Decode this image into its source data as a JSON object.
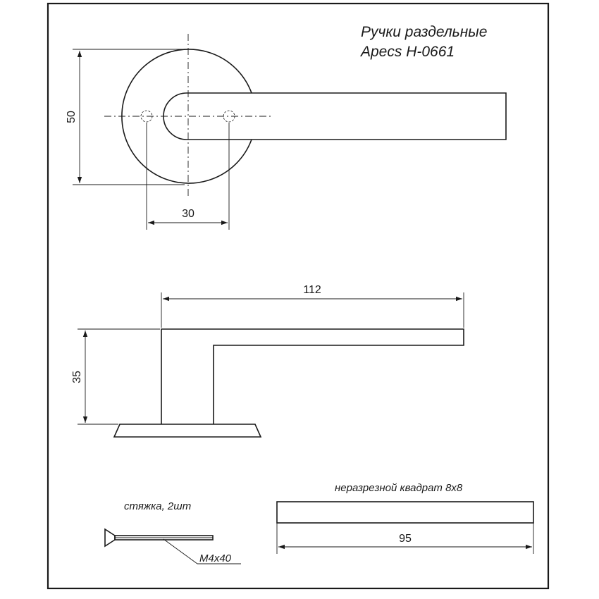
{
  "title": {
    "line1": "Ручки раздельные",
    "line2": "Apecs H-0661"
  },
  "dimensions": {
    "rosette_diameter": "50",
    "hole_spacing": "30",
    "lever_length": "112",
    "lever_height": "35",
    "spindle_length": "95"
  },
  "labels": {
    "screws": "стяжка, 2шт",
    "screw_size": "M4x40",
    "spindle": "неразрезной квадрат 8x8"
  }
}
